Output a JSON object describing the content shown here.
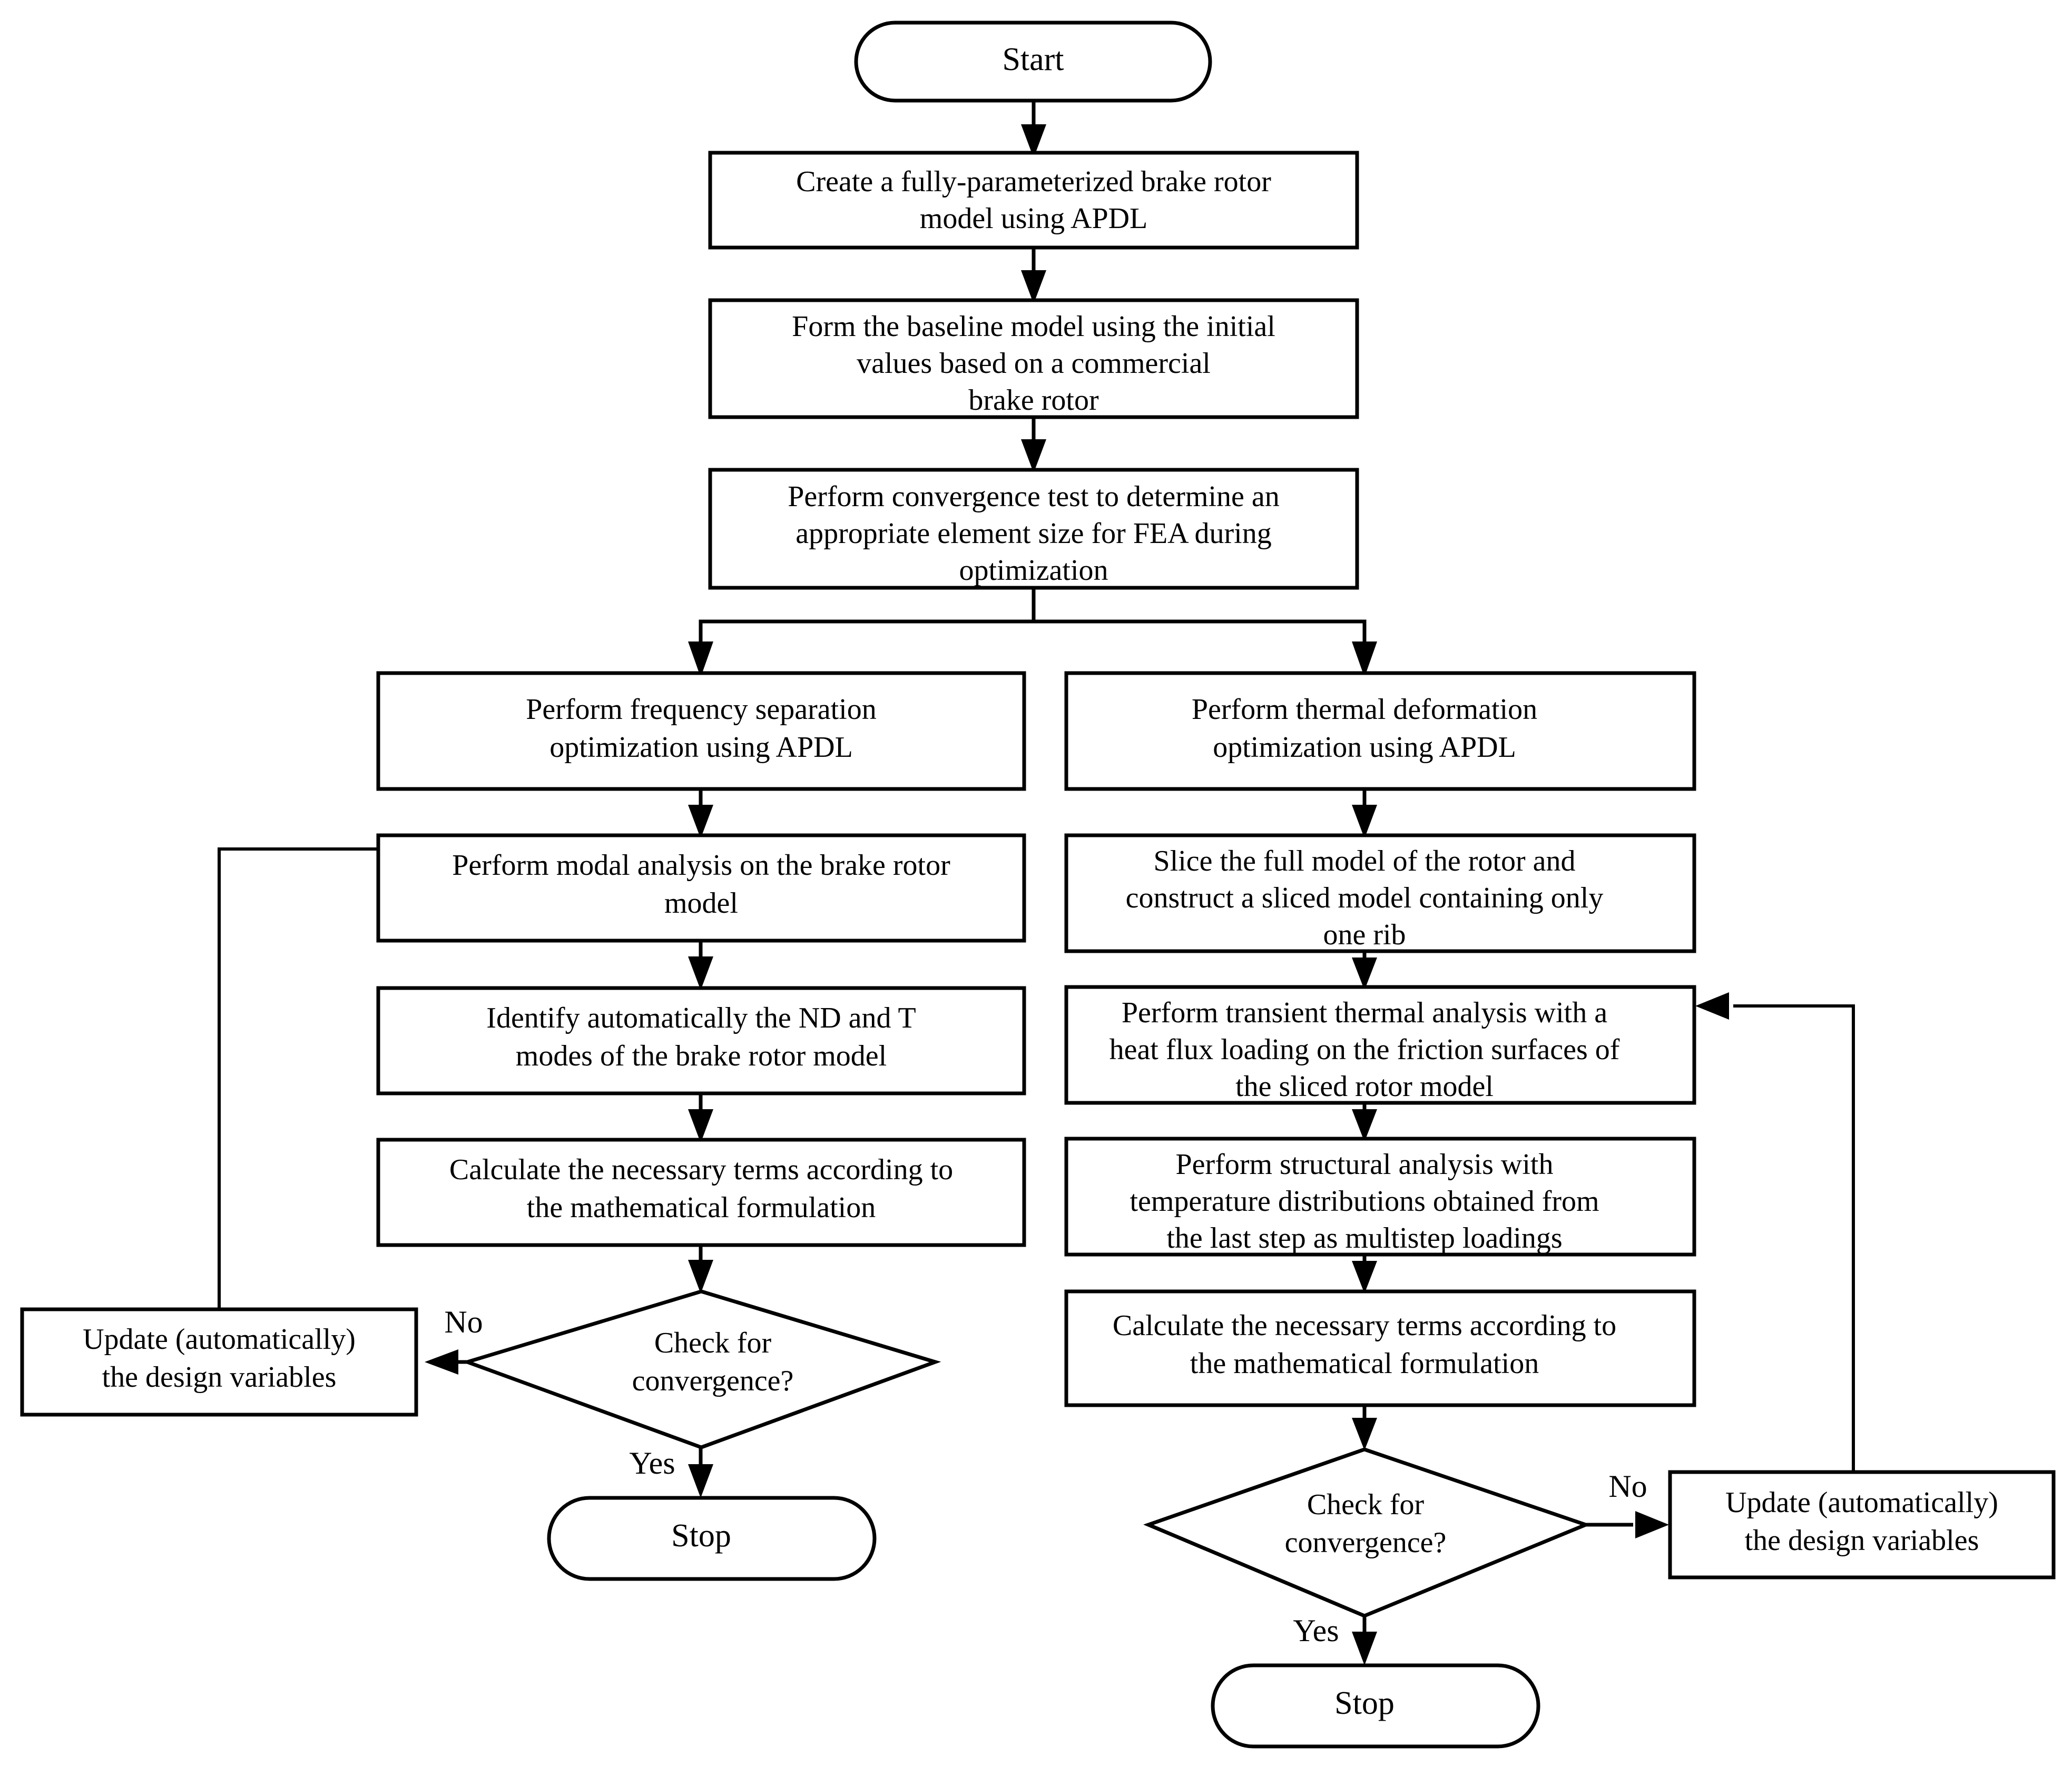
{
  "diagram": {
    "type": "flowchart",
    "title": "Brake rotor optimization flowchart",
    "orientation": "top-down, two parallel branches",
    "background_color": "#ffffff",
    "line_color": "#000000",
    "text_color": "#000000"
  },
  "nodes": {
    "start": {
      "id": "start",
      "shape": "terminator",
      "text": "Start"
    },
    "create_model": {
      "id": "create_model",
      "shape": "process",
      "line1": "Create a fully-parameterized brake rotor",
      "line2": "model using APDL"
    },
    "baseline_model": {
      "id": "baseline_model",
      "shape": "process",
      "line1": "Form the baseline model using the initial",
      "line2": "values based on a commercial",
      "line3": "brake rotor"
    },
    "convergence_test": {
      "id": "convergence_test",
      "shape": "process",
      "line1": "Perform convergence test to determine an",
      "line2": "appropriate element size for FEA during",
      "line3": "optimization"
    },
    "freq_sep_opt": {
      "id": "freq_sep_opt",
      "shape": "process",
      "line1": "Perform frequency separation",
      "line2": "optimization using APDL"
    },
    "modal_analysis": {
      "id": "modal_analysis",
      "shape": "process",
      "line1": "Perform modal analysis on the brake rotor",
      "line2": "model"
    },
    "identify_modes": {
      "id": "identify_modes",
      "shape": "process",
      "line1": "Identify automatically the ND and T",
      "line2": "modes of the brake rotor model"
    },
    "calc_terms_left": {
      "id": "calc_terms_left",
      "shape": "process",
      "line1": "Calculate the necessary terms according to",
      "line2": "the mathematical formulation"
    },
    "check_conv_left": {
      "id": "check_conv_left",
      "shape": "decision",
      "line1": "Check for",
      "line2": "convergence?"
    },
    "update_left": {
      "id": "update_left",
      "shape": "process",
      "line1": "Update (automatically)",
      "line2": "the design variables"
    },
    "stop_left": {
      "id": "stop_left",
      "shape": "terminator",
      "text": "Stop"
    },
    "thermal_def_opt": {
      "id": "thermal_def_opt",
      "shape": "process",
      "line1": "Perform thermal deformation",
      "line2": "optimization using APDL"
    },
    "slice_model": {
      "id": "slice_model",
      "shape": "process",
      "line1": "Slice the full model of the rotor and",
      "line2": "construct a sliced model containing only",
      "line3": "one rib"
    },
    "transient_thermal": {
      "id": "transient_thermal",
      "shape": "process",
      "line1": "Perform transient thermal analysis with a",
      "line2": "heat flux loading on the friction surfaces of",
      "line3": "the sliced rotor model"
    },
    "structural_analysis": {
      "id": "structural_analysis",
      "shape": "process",
      "line1": "Perform structural analysis with",
      "line2": "temperature distributions obtained from",
      "line3": "the last step as multistep loadings"
    },
    "calc_terms_right": {
      "id": "calc_terms_right",
      "shape": "process",
      "line1": "Calculate the necessary terms according to",
      "line2": "the mathematical formulation"
    },
    "check_conv_right": {
      "id": "check_conv_right",
      "shape": "decision",
      "line1": "Check for",
      "line2": "convergence?"
    },
    "update_right": {
      "id": "update_right",
      "shape": "process",
      "line1": "Update (automatically)",
      "line2": "the design variables"
    },
    "stop_right": {
      "id": "stop_right",
      "shape": "terminator",
      "text": "Stop"
    }
  },
  "edge_labels": {
    "left_no": "No",
    "left_yes": "Yes",
    "right_no": "No",
    "right_yes": "Yes"
  },
  "edges": [
    {
      "from": "start",
      "to": "create_model",
      "label": ""
    },
    {
      "from": "create_model",
      "to": "baseline_model",
      "label": ""
    },
    {
      "from": "baseline_model",
      "to": "convergence_test",
      "label": ""
    },
    {
      "from": "convergence_test",
      "to": "freq_sep_opt",
      "label": ""
    },
    {
      "from": "convergence_test",
      "to": "thermal_def_opt",
      "label": ""
    },
    {
      "from": "freq_sep_opt",
      "to": "modal_analysis",
      "label": ""
    },
    {
      "from": "modal_analysis",
      "to": "identify_modes",
      "label": ""
    },
    {
      "from": "identify_modes",
      "to": "calc_terms_left",
      "label": ""
    },
    {
      "from": "calc_terms_left",
      "to": "check_conv_left",
      "label": ""
    },
    {
      "from": "check_conv_left",
      "to": "update_left",
      "label": "No"
    },
    {
      "from": "check_conv_left",
      "to": "stop_left",
      "label": "Yes"
    },
    {
      "from": "update_left",
      "to": "modal_analysis",
      "label": ""
    },
    {
      "from": "thermal_def_opt",
      "to": "slice_model",
      "label": ""
    },
    {
      "from": "slice_model",
      "to": "transient_thermal",
      "label": ""
    },
    {
      "from": "transient_thermal",
      "to": "structural_analysis",
      "label": ""
    },
    {
      "from": "structural_analysis",
      "to": "calc_terms_right",
      "label": ""
    },
    {
      "from": "calc_terms_right",
      "to": "check_conv_right",
      "label": ""
    },
    {
      "from": "check_conv_right",
      "to": "update_right",
      "label": "No"
    },
    {
      "from": "check_conv_right",
      "to": "stop_right",
      "label": "Yes"
    },
    {
      "from": "update_right",
      "to": "transient_thermal",
      "label": ""
    }
  ]
}
